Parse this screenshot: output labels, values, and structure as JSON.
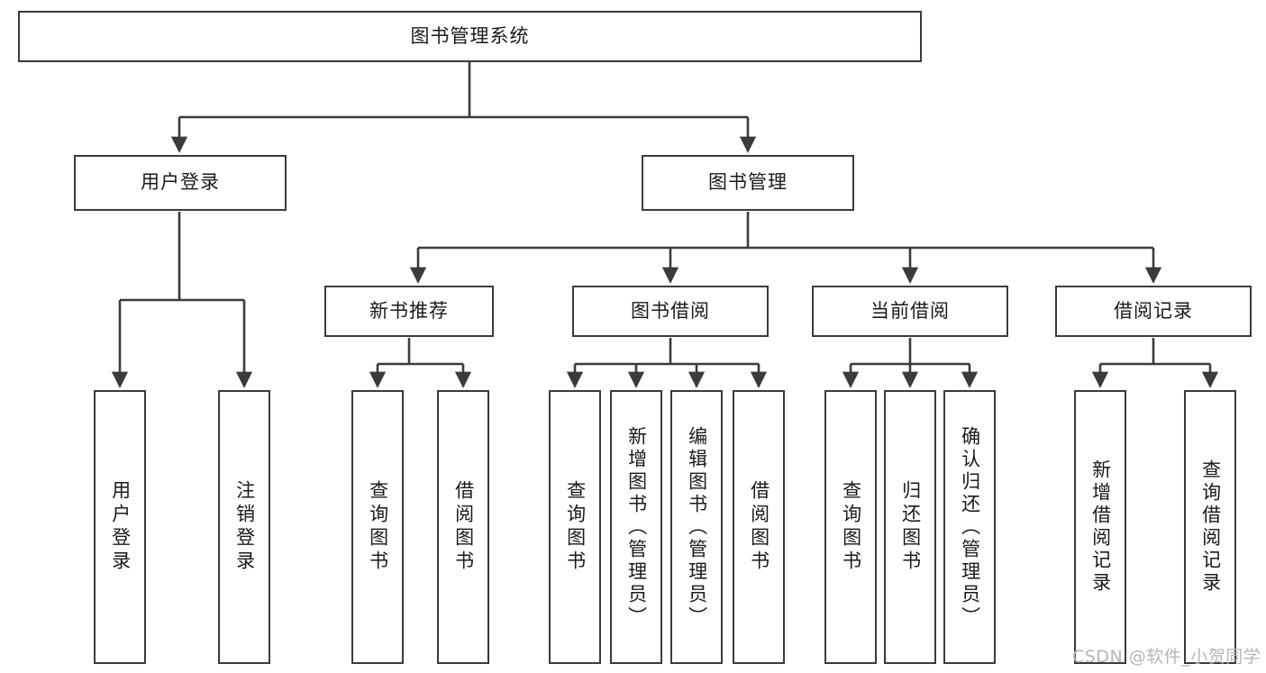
{
  "diagram": {
    "title_node": {
      "label": "图书管理系统"
    },
    "level2": [
      {
        "label": "用户登录"
      },
      {
        "label": "图书管理"
      }
    ],
    "level3": [
      {
        "label": "新书推荐"
      },
      {
        "label": "图书借阅"
      },
      {
        "label": "当前借阅"
      },
      {
        "label": "借阅记录"
      }
    ],
    "leaves": {
      "user_login": [
        {
          "label": "用户登录"
        },
        {
          "label": "注销登录"
        }
      ],
      "new_book": [
        {
          "label": "查询图书"
        },
        {
          "label": "借阅图书"
        }
      ],
      "book_borrow": [
        {
          "label": "查询图书"
        },
        {
          "label": "新增图书（管理员）"
        },
        {
          "label": "编辑图书（管理员）"
        },
        {
          "label": "借阅图书"
        }
      ],
      "current_borrow": [
        {
          "label": "查询图书"
        },
        {
          "label": "归还图书"
        },
        {
          "label": "确认归还（管理员）"
        }
      ],
      "borrow_record": [
        {
          "label": "新增借阅记录"
        },
        {
          "label": "查询借阅记录"
        }
      ]
    },
    "watermark": "CSDN @软件_小贺同学",
    "colors": {
      "border": "#3b3b3b",
      "line": "#3b3b3b",
      "background": "#ffffff",
      "text": "#1a1a1a",
      "watermark": "#b6b6b6"
    }
  }
}
